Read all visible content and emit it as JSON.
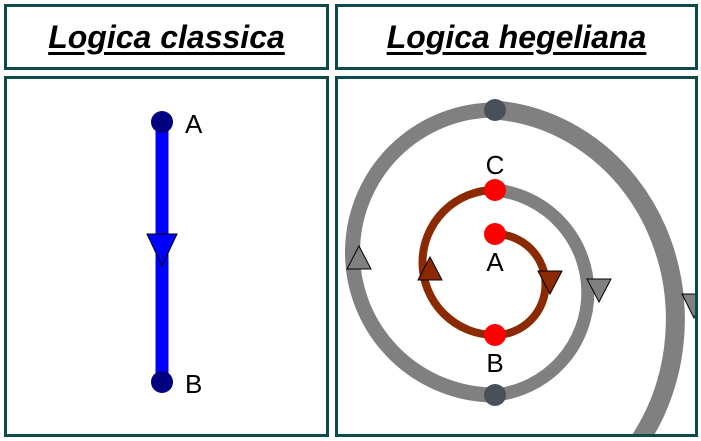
{
  "left_panel": {
    "title": "Logica classica",
    "points": [
      {
        "label": "A"
      },
      {
        "label": "B"
      }
    ],
    "colors": {
      "line": "#0000ff",
      "point": "#000080"
    }
  },
  "right_panel": {
    "title": "Logica hegeliana",
    "points": [
      {
        "label": "A"
      },
      {
        "label": "B"
      },
      {
        "label": "C"
      }
    ],
    "colors": {
      "inner_spiral": "#8b2a00",
      "outer_spiral": "#808080",
      "key_point": "#ff0000",
      "outer_point": "#4a505a",
      "border": "#0d4a4a"
    }
  }
}
